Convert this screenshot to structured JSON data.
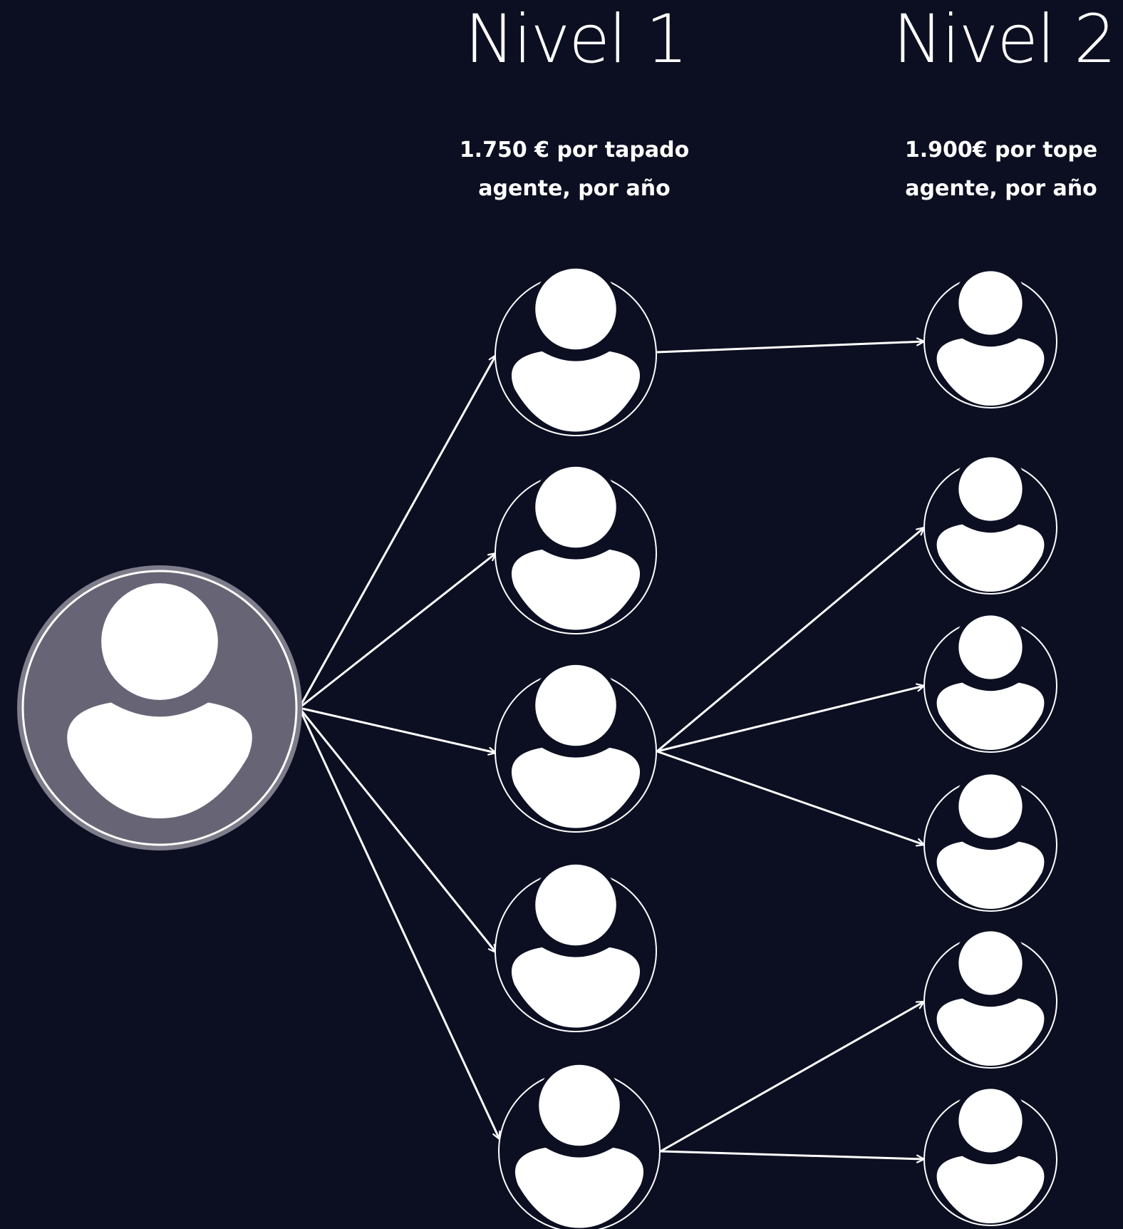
{
  "levels": [
    {
      "title": "Nivel 1",
      "description_line1": "1.750 € por tapado",
      "description_line2": "agente, por año"
    },
    {
      "title": "Nivel 2",
      "description_line1": "1.900€ por tope",
      "description_line2": "agente, por año"
    }
  ],
  "colors": {
    "background": "#0c0f21",
    "foreground": "#ffffff",
    "root_fill": "#676575"
  },
  "icons": [
    "user-icon"
  ]
}
